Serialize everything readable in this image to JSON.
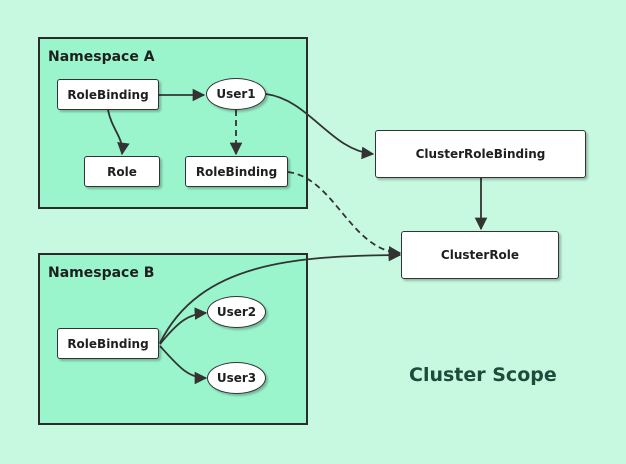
{
  "namespace_a": {
    "title": "Namespace A",
    "role_binding_1": "RoleBinding",
    "user1": "User1",
    "role": "Role",
    "role_binding_2": "RoleBinding"
  },
  "namespace_b": {
    "title": "Namespace B",
    "role_binding": "RoleBinding",
    "user2": "User2",
    "user3": "User3"
  },
  "cluster": {
    "cluster_role_binding": "ClusterRoleBinding",
    "cluster_role": "ClusterRole",
    "scope_label": "Cluster Scope"
  },
  "colors": {
    "background": "#c7f9e1",
    "namespace_fill": "#9af5cd",
    "stroke": "#333333",
    "scope_text": "#1e4b3b"
  }
}
